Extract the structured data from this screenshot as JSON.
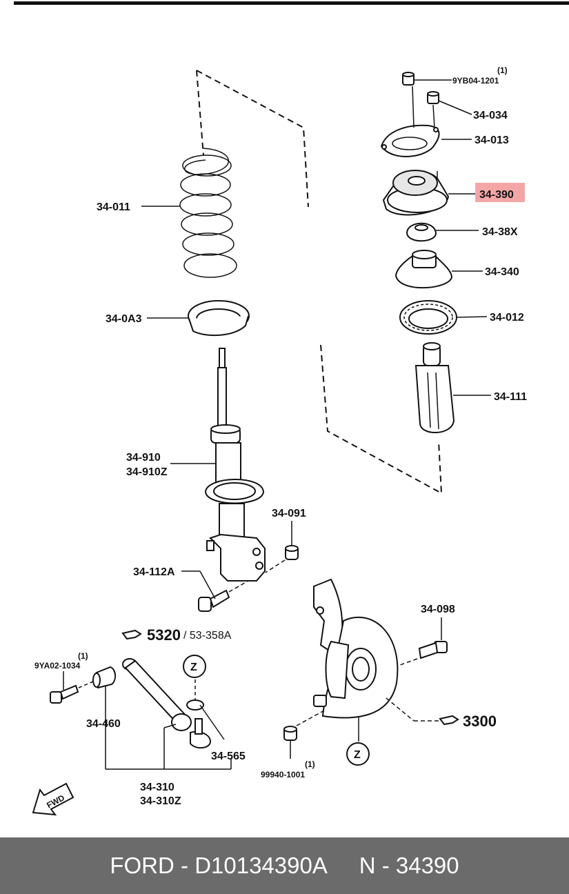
{
  "labels": {
    "p_9yb04": "9YB04-1201",
    "p_9yb04_qty": "(1)",
    "p_34034": "34-034",
    "p_34013": "34-013",
    "p_34390": "34-390",
    "p_3438x": "34-38X",
    "p_34340": "34-340",
    "p_34012": "34-012",
    "p_34111": "34-111",
    "p_34011": "34-011",
    "p_340a3": "34-0A3",
    "p_34910": "34-910",
    "p_34910z": "34-910Z",
    "p_34091": "34-091",
    "p_34112a": "34-112A",
    "p_34098": "34-098",
    "ref_5320": "5320",
    "ref_53358a": "/ 53-358A",
    "p_9ya02_qty": "(1)",
    "p_9ya02": "9YA02-1034",
    "p_34460": "34-460",
    "p_34565": "34-565",
    "p_34310": "34-310",
    "p_34310z": "34-310Z",
    "ref_3300": "3300",
    "p_99940_qty": "(1)",
    "p_99940": "99940-1001",
    "z1": "Z",
    "z2": "Z",
    "fwd": "FWD"
  },
  "highlight": {
    "label": "34-390",
    "color": "#f4a6a6"
  },
  "footer": {
    "brand": "FORD",
    "sep1": " - ",
    "part_number": "D10134390A",
    "gap": "     ",
    "n_label": "N",
    "sep2": " - ",
    "n_value": "34390"
  },
  "colors": {
    "footer_bg": "#6b6b6b",
    "footer_text": "#ffffff",
    "highlight": "#f4a6a6"
  }
}
